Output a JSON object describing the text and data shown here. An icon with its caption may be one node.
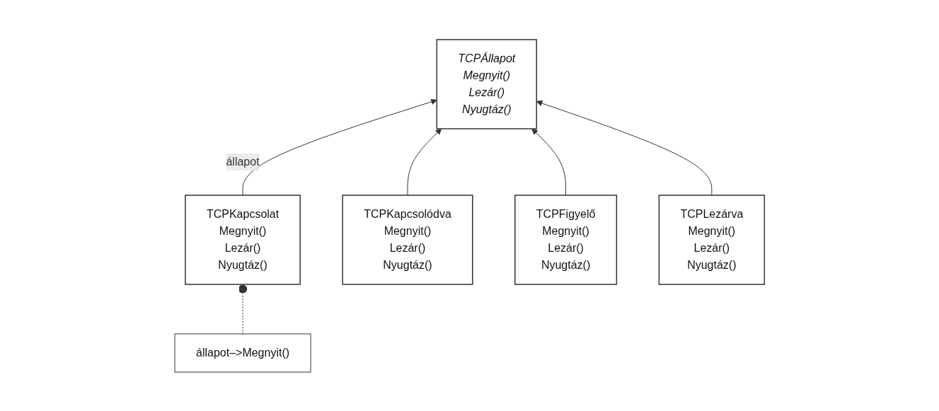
{
  "diagram": {
    "nodes": [
      {
        "text": [
          "TCPKapcsolat",
          "Megnyit()",
          "Lezár()",
          "Nyugtáz()"
        ]
      },
      {
        "text": [
          "TCPÁllapot",
          "Megnyit()",
          "Lezár()",
          "Nyugtáz()"
        ]
      },
      {
        "text": [
          "állapot–>Megnyit()"
        ]
      },
      {
        "text": [
          "TCPKapcsolódva",
          "Megnyit()",
          "Lezár()",
          "Nyugtáz()"
        ]
      },
      {
        "text": [
          "TCPFigyelő",
          "Megnyit()",
          "Lezár()",
          "Nyugtáz()"
        ]
      },
      {
        "text": [
          "TCPLezárva",
          "Megnyit()",
          "Lezár()",
          "Nyugtáz()"
        ]
      }
    ],
    "edges": [
      {
        "from": 0,
        "to": 1,
        "arrow": "to",
        "label": "állapot"
      },
      {
        "from": 0,
        "to": 2,
        "arrow": "other",
        "style": "dashed"
      },
      {
        "from": 3,
        "to": 1,
        "arrow": "to"
      },
      {
        "from": 4,
        "to": 1,
        "arrow": "to"
      },
      {
        "from": 5,
        "to": 1,
        "arrow": "to"
      }
    ]
  }
}
